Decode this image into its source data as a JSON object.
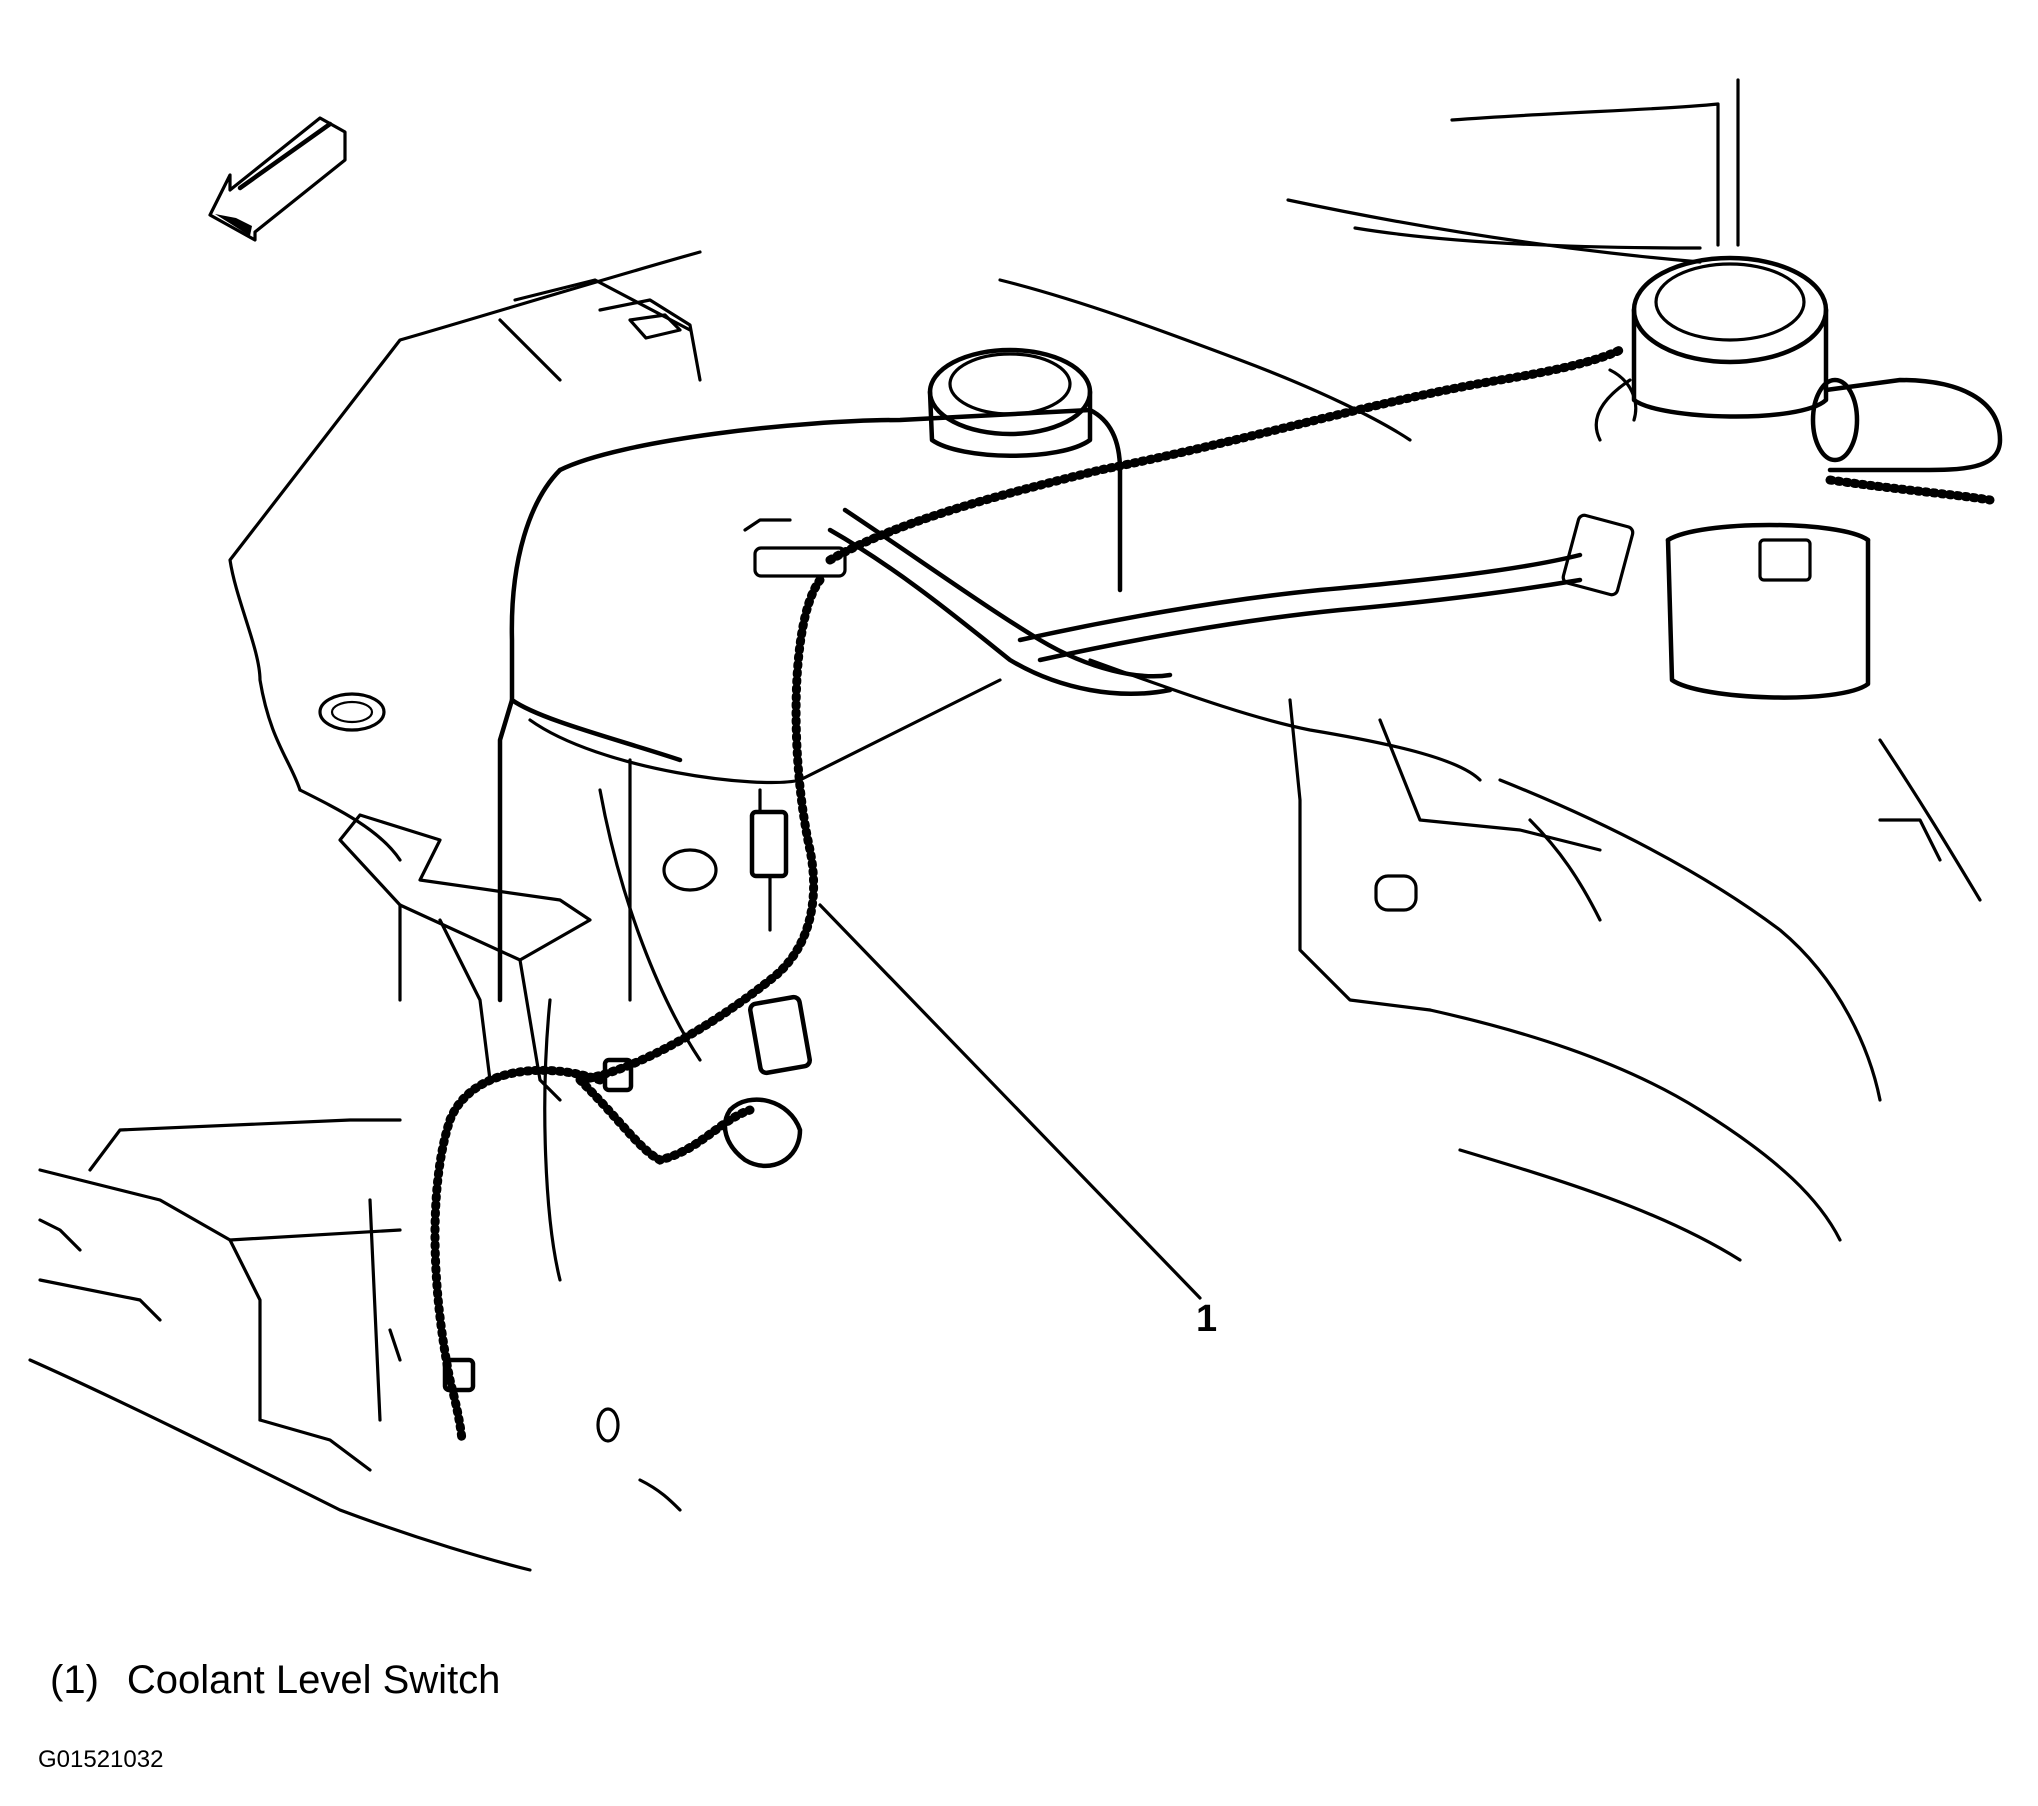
{
  "callouts": [
    {
      "number": "1"
    }
  ],
  "legend": {
    "items": [
      {
        "number": "(1)",
        "label": "Coolant Level Switch"
      }
    ]
  },
  "figure_id": "G01521032",
  "icons": {
    "direction_arrow": "front-direction-arrow-icon"
  }
}
